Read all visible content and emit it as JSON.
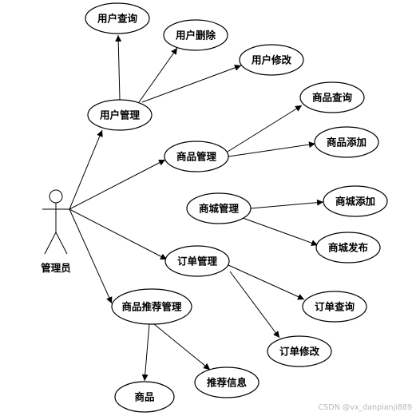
{
  "actor": {
    "label": "管理员"
  },
  "use_cases": {
    "user_mgmt": "用户管理",
    "user_query": "用户查询",
    "user_delete": "用户删除",
    "user_edit": "用户修改",
    "goods_mgmt": "商品管理",
    "goods_query": "商品查询",
    "goods_add": "商品添加",
    "mall_mgmt": "商城管理",
    "mall_add": "商城添加",
    "mall_publish": "商城发布",
    "order_mgmt": "订单管理",
    "order_query": "订单查询",
    "order_edit": "订单修改",
    "rec_mgmt": "商品推荐管理",
    "goods": "商品",
    "rec_info": "推荐信息"
  },
  "watermark": "CSDN @vx_danpianji889"
}
